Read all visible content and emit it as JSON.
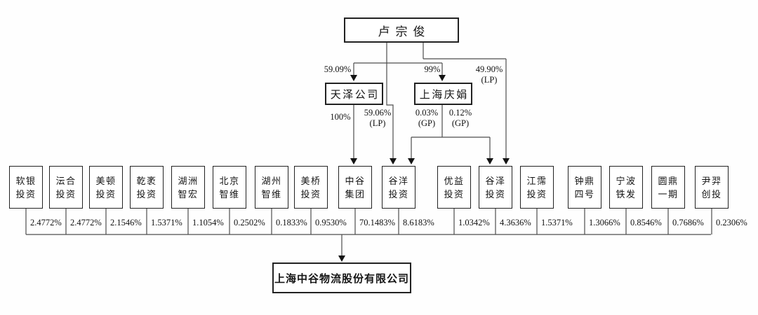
{
  "diagram": {
    "root": {
      "name": "卢宗俊"
    },
    "holding_companies": [
      {
        "name": "天泽公司"
      },
      {
        "name": "上海庆娟"
      }
    ],
    "edges": {
      "root_to_tianze": {
        "value": "59.09%"
      },
      "root_to_qingjuan": {
        "value": "99%"
      },
      "root_to_guze": {
        "value": "49.90%",
        "note": "(LP)"
      },
      "tianze_to_zhonggu": {
        "value": "100%"
      },
      "root_to_guyang": {
        "value": "59.06%",
        "note": "(LP)"
      },
      "qingjuan_to_guyang": {
        "value": "0.03%",
        "note": "(GP)"
      },
      "qingjuan_to_guze": {
        "value": "0.12%",
        "note": "(GP)"
      }
    },
    "shareholders": [
      {
        "name": "软银投资",
        "percent": "2.4772%"
      },
      {
        "name": "沄合投资",
        "percent": "2.4772%"
      },
      {
        "name": "美顿投资",
        "percent": "2.1546%"
      },
      {
        "name": "乾袤投资",
        "percent": "1.5371%"
      },
      {
        "name": "湖洲智宏",
        "percent": "1.1054%"
      },
      {
        "name": "北京智维",
        "percent": "0.2502%"
      },
      {
        "name": "湖州智维",
        "percent": "0.1833%"
      },
      {
        "name": "美桥投资",
        "percent": "0.9530%"
      },
      {
        "name": "中谷集团",
        "percent": "70.1483%"
      },
      {
        "name": "谷洋投资",
        "percent": "8.6183%"
      },
      {
        "name": "优益投资",
        "percent": "1.0342%"
      },
      {
        "name": "谷泽投资",
        "percent": "4.3636%"
      },
      {
        "name": "江霈投资",
        "percent": "1.5371%"
      },
      {
        "name": "钟鼎四号",
        "percent": "1.3066%"
      },
      {
        "name": "宁波铁发",
        "percent": "0.8546%"
      },
      {
        "name": "圆鼎一期",
        "percent": "0.7686%"
      },
      {
        "name": "尹羿创投",
        "percent": "0.2306%"
      }
    ],
    "company": {
      "name": "上海中谷物流股份有限公司"
    }
  }
}
